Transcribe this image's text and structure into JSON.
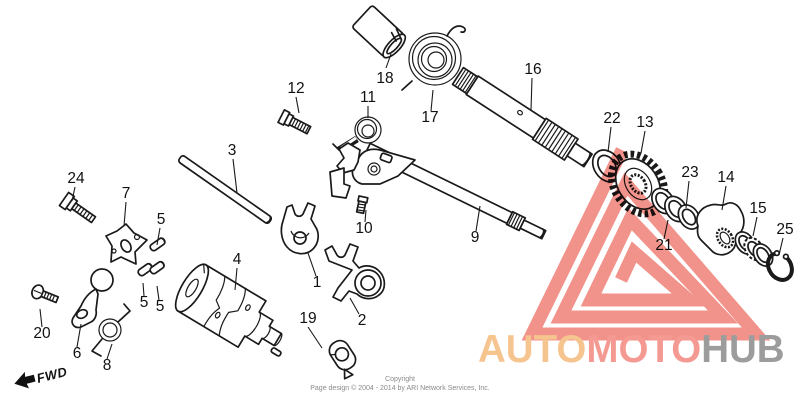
{
  "watermark": {
    "triangle_color": "#f2938b",
    "brand_segments": [
      {
        "text": "AUTO",
        "color": "#f6c48e"
      },
      {
        "text": "MOTO",
        "color": "#f59a92"
      },
      {
        "text": "HUB",
        "color": "#9c9c9c"
      }
    ]
  },
  "orientation": {
    "fwd_label": "FWD"
  },
  "footer": {
    "line1": "Copyright",
    "line2": "Page design © 2004 - 2014 by ARI Network Services, Inc."
  },
  "callouts": [
    "1",
    "2",
    "3",
    "4",
    "5",
    "5",
    "5",
    "6",
    "7",
    "8",
    "9",
    "10",
    "11",
    "12",
    "13",
    "14",
    "15",
    "16",
    "17",
    "18",
    "19",
    "20",
    "21",
    "22",
    "23",
    "24",
    "25"
  ],
  "colors": {
    "line": "#1a1a1a",
    "background": "#ffffff"
  }
}
